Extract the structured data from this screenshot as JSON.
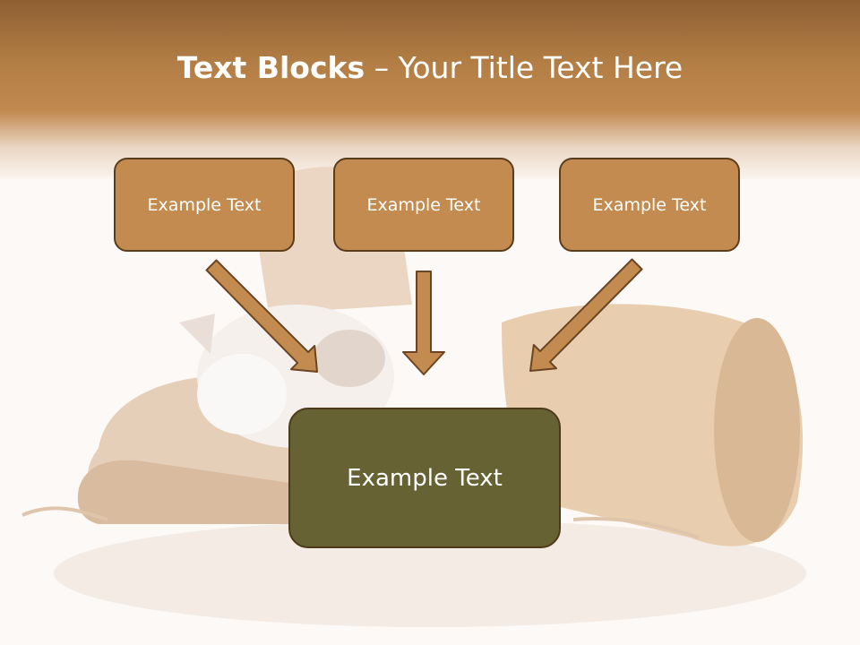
{
  "slide": {
    "title_bold": "Text Blocks",
    "title_dash": " – ",
    "title_rest": "Your Title Text Here"
  },
  "boxes": {
    "top": [
      "Example Text",
      "Example Text",
      "Example Text"
    ],
    "main": "Example Text"
  },
  "colors": {
    "header": "#b27e45",
    "top_box_fill": "#c38b4f",
    "main_box_fill": "#676233",
    "box_border": "#5a3d1d",
    "arrow_fill": "#c38b4f"
  }
}
